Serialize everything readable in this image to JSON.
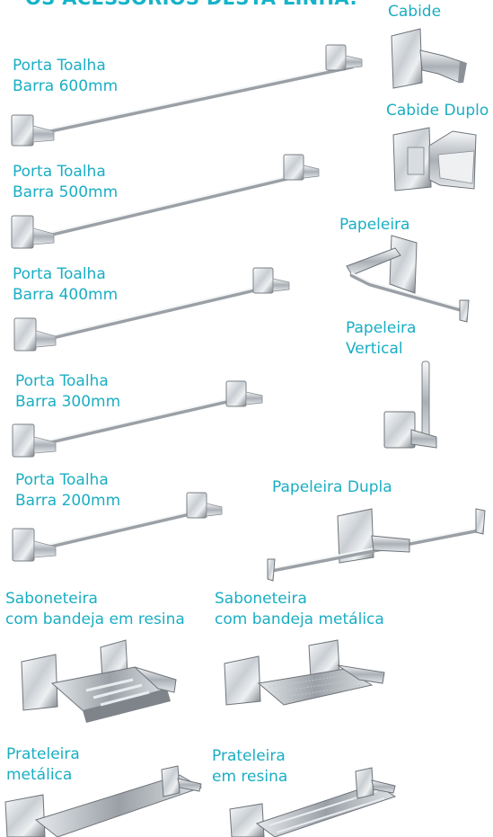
{
  "headline": "OS ACESSÓRIOS DESTA LINHA:",
  "colors": {
    "label": "#1aaec3",
    "chrome_light": "#f2f4f6",
    "chrome_dark": "#6e747a"
  },
  "products": {
    "porta_toalha_600": {
      "line1": "Porta Toalha",
      "line2": "Barra 600mm"
    },
    "porta_toalha_500": {
      "line1": "Porta Toalha",
      "line2": "Barra 500mm"
    },
    "porta_toalha_400": {
      "line1": "Porta Toalha",
      "line2": "Barra 400mm"
    },
    "porta_toalha_300": {
      "line1": "Porta Toalha",
      "line2": "Barra 300mm"
    },
    "porta_toalha_200": {
      "line1": "Porta Toalha",
      "line2": "Barra 200mm"
    },
    "cabide": {
      "line1": "Cabide"
    },
    "cabide_duplo": {
      "line1": "Cabide Duplo"
    },
    "papeleira": {
      "line1": "Papeleira"
    },
    "papeleira_vertical": {
      "line1": "Papeleira",
      "line2": "Vertical"
    },
    "papeleira_dupla": {
      "line1": "Papeleira Dupla"
    },
    "saboneteira_resina": {
      "line1": "Saboneteira",
      "line2": "com bandeja em resina"
    },
    "saboneteira_metalica": {
      "line1": "Saboneteira",
      "line2": "com bandeja metálica"
    },
    "prateleira_metalica": {
      "line1": "Prateleira",
      "line2": "metálica"
    },
    "prateleira_resina": {
      "line1": "Prateleira",
      "line2": "em resina"
    }
  }
}
